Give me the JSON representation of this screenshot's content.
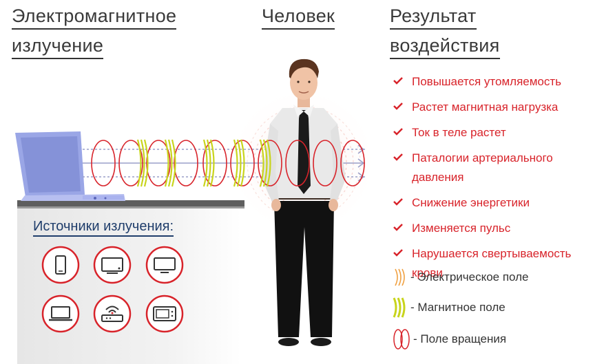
{
  "headings": {
    "em_line1": "Электромагнитное",
    "em_line2": "излучение",
    "person": "Человек",
    "result_line1": "Результат",
    "result_line2": "воздействия"
  },
  "effects": [
    {
      "text": "Повышается утомляемость"
    },
    {
      "text": "Растет магнитная нагрузка"
    },
    {
      "text": "Ток в теле растет"
    },
    {
      "text": "Паталогии артериального давления"
    },
    {
      "text": "Снижение энергетики"
    },
    {
      "text": "Изменяется пульс"
    },
    {
      "text": "Нарушается свертываемость крови"
    }
  ],
  "sources": {
    "title": "Источники излучения:",
    "icons": [
      "smartphone-icon",
      "tv-icon",
      "monitor-icon",
      "laptop-icon",
      "wifi-router-icon",
      "microwave-icon"
    ]
  },
  "legend": [
    {
      "icon": "electric-field-icon",
      "text": "- Электрическое поле"
    },
    {
      "icon": "magnetic-field-icon",
      "text": "- Магнитное поле"
    },
    {
      "icon": "rotation-field-icon",
      "text": "- Поле вращения"
    }
  ],
  "colors": {
    "accent_red": "#d8232a",
    "field_yellow": "#c8d41c",
    "field_orange": "#f0a040",
    "sources_blue": "#1f3d6b",
    "laptop_blue": "#9aa6e6"
  }
}
